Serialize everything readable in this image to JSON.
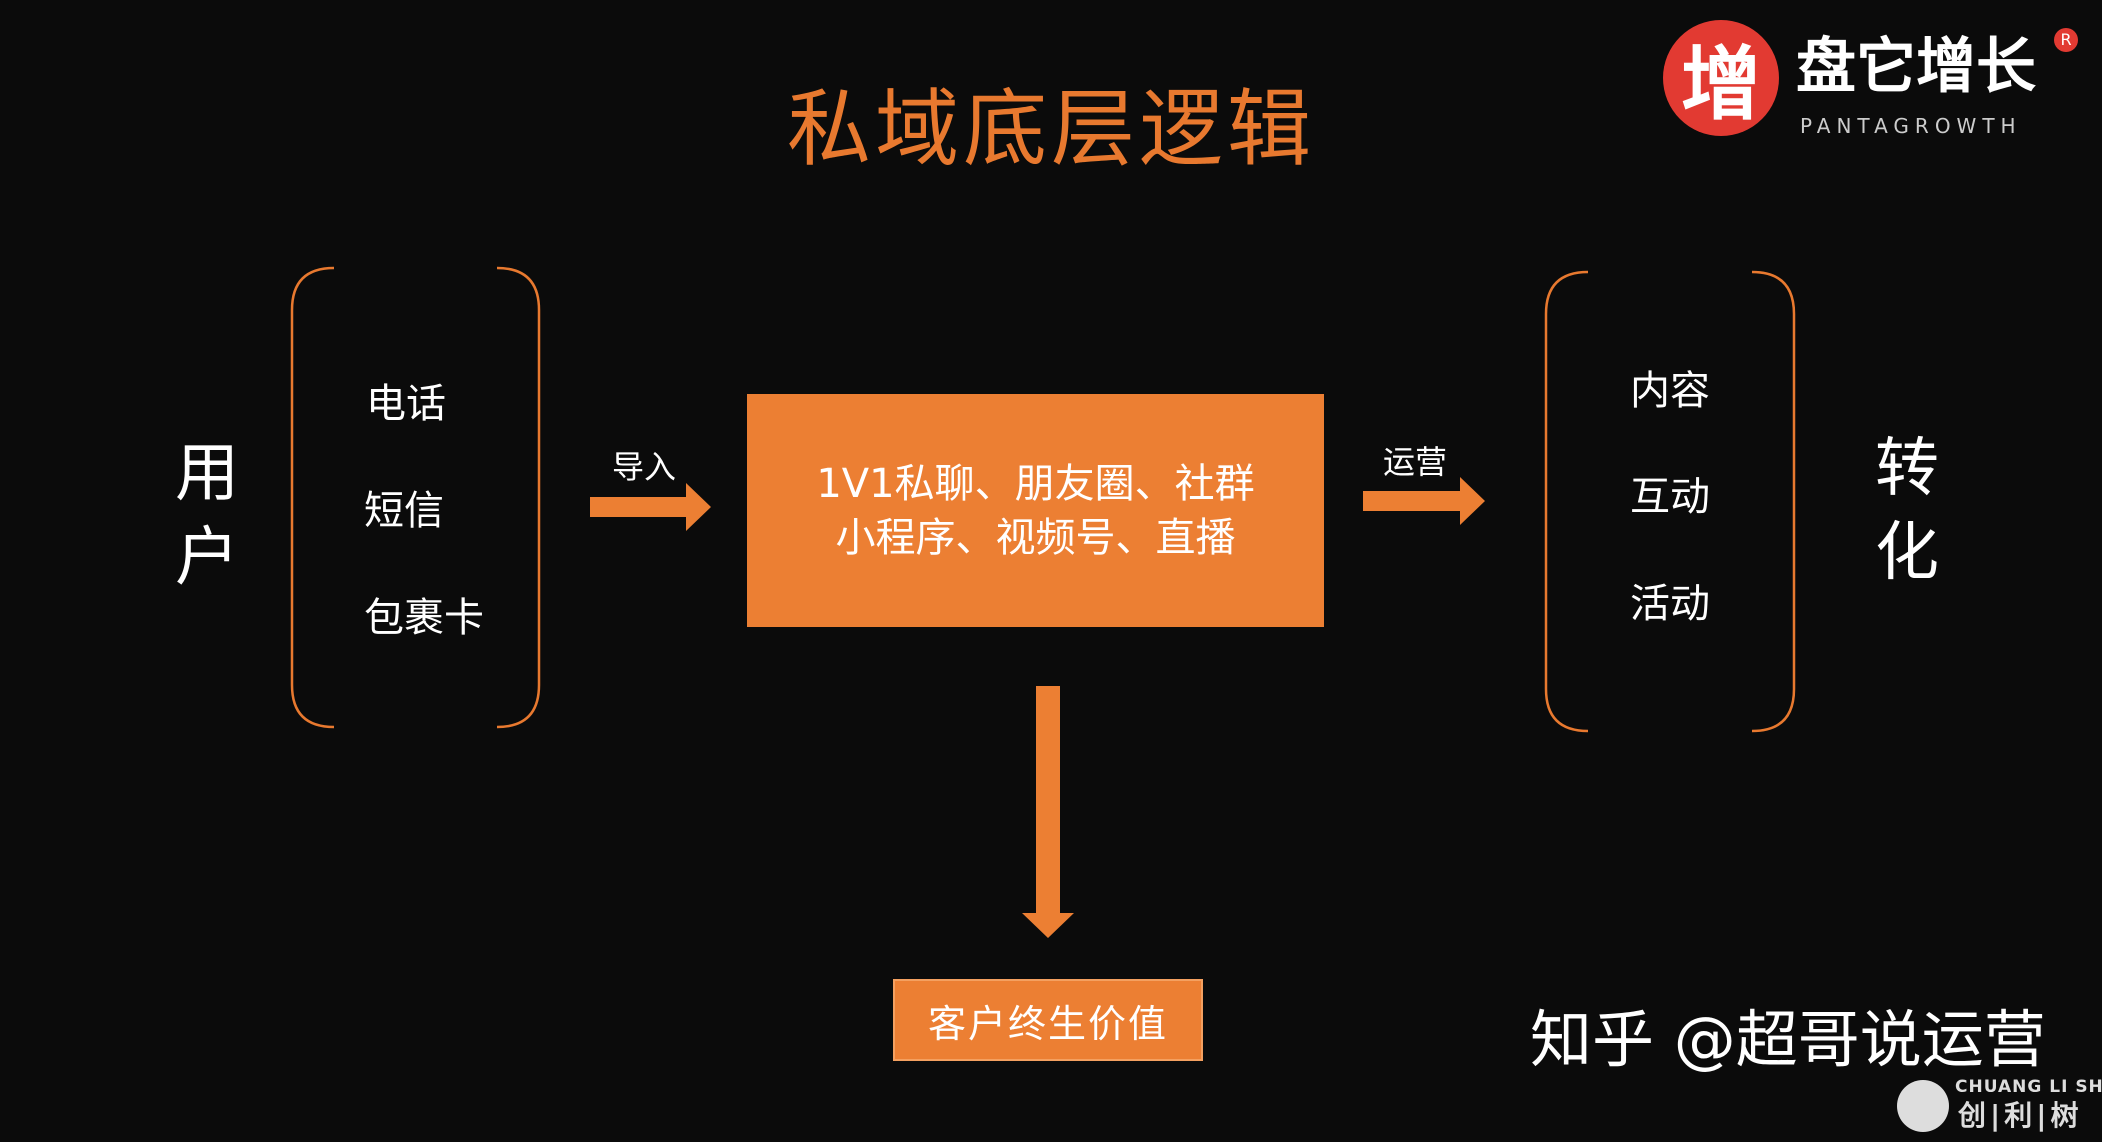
{
  "title": "私域底层逻辑",
  "logo": {
    "mark": "增",
    "name": "盘它增长",
    "sub": "PANTAGROWTH",
    "reg": "R"
  },
  "left": {
    "label_1": "用",
    "label_2": "户",
    "items": [
      "电话",
      "短信",
      "包裹卡"
    ]
  },
  "arrow_in_label": "导入",
  "center_box": {
    "line1": "1V1私聊、朋友圈、社群",
    "line2": "小程序、视频号、直播"
  },
  "arrow_out_label": "运营",
  "right": {
    "items": [
      "内容",
      "互动",
      "活动"
    ],
    "label_1": "转",
    "label_2": "化"
  },
  "bottom_box": "客户终生价值",
  "watermark": "知乎 @超哥说运营",
  "corner_logo": {
    "en": "CHUANG LI SHU",
    "cn": "创|利|树"
  },
  "colors": {
    "accent": "#ec7f33",
    "title": "#e8792f",
    "logo_red": "#e23a32"
  }
}
